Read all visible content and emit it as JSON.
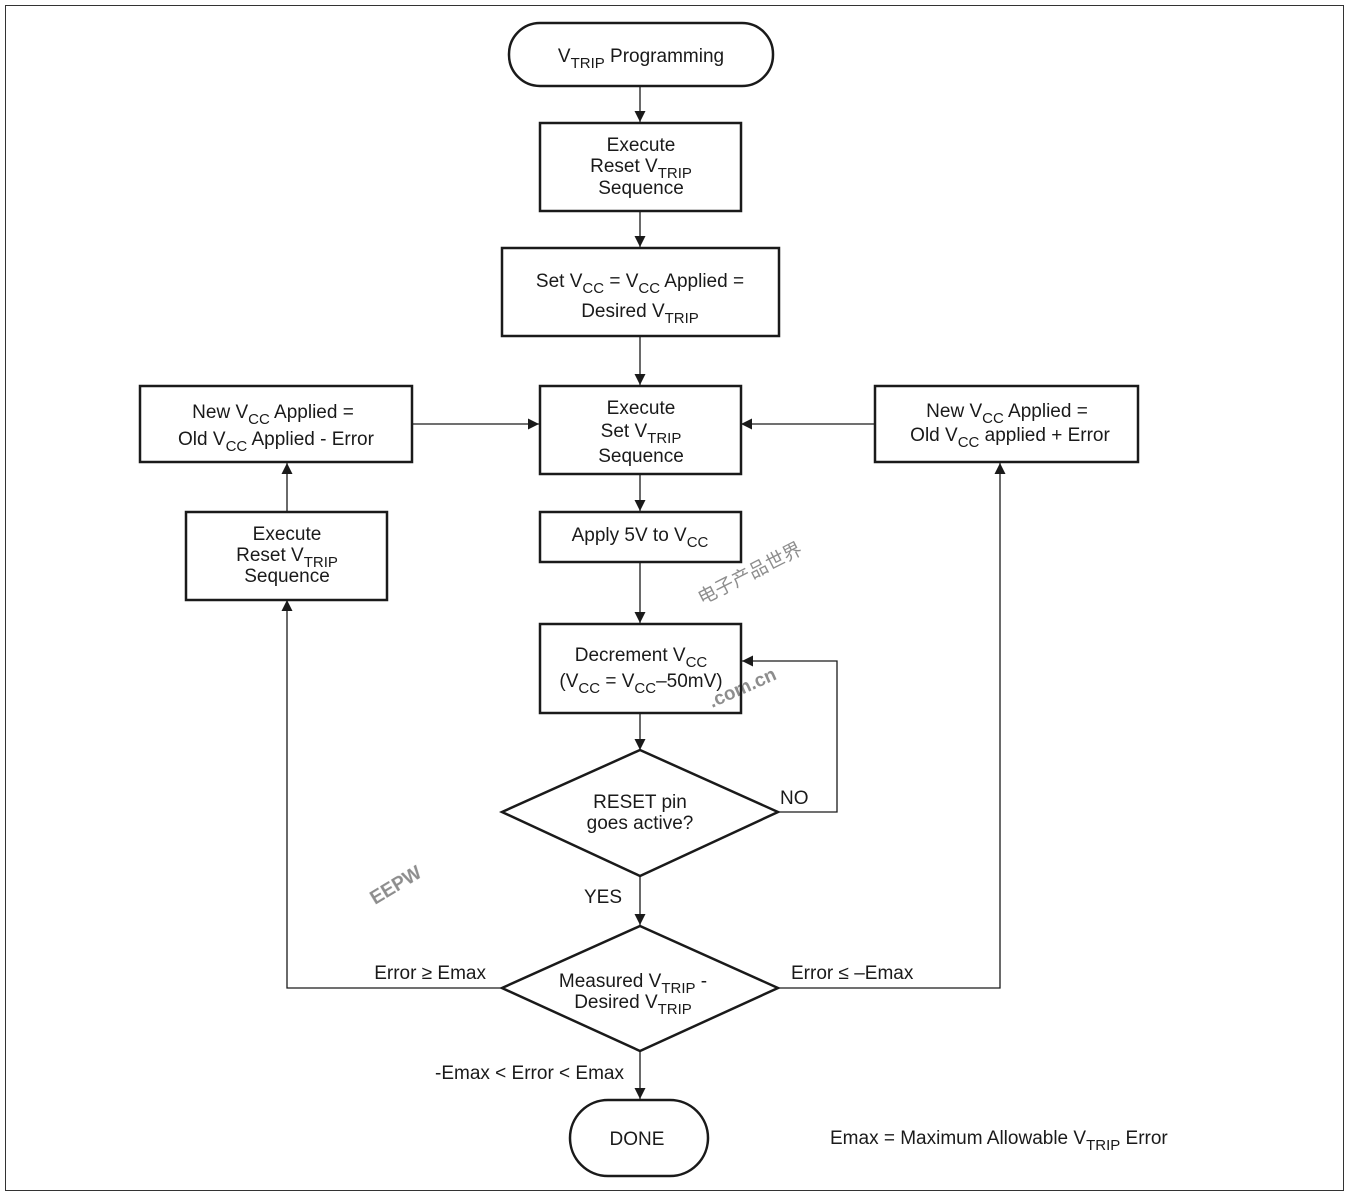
{
  "start": {
    "main": "V",
    "sub": "TRIP",
    "rest": " Programming"
  },
  "box_reset_1": {
    "line1": "Execute",
    "line2_main": "Reset V",
    "line2_sub": "TRIP",
    "line3": "Sequence"
  },
  "box_set_vcc": {
    "l1_a": "Set V",
    "l1_sub1": "CC",
    "l1_b": " = V",
    "l1_sub2": "CC",
    "l1_c": " Applied =",
    "l2_a": "Desired V",
    "l2_sub": "TRIP"
  },
  "box_execute_set": {
    "line1": "Execute",
    "line2_main": "Set V",
    "line2_sub": "TRIP",
    "line3": "Sequence"
  },
  "box_new_minus": {
    "l1_a": "New V",
    "l1_sub": "CC",
    "l1_b": " Applied =",
    "l2_a": "Old V",
    "l2_sub": "CC",
    "l2_b": " Applied - Error"
  },
  "box_new_plus": {
    "l1_a": "New V",
    "l1_sub": "CC",
    "l1_b": " Applied =",
    "l2_a": "Old V",
    "l2_sub": "CC",
    "l2_b": " applied + Error"
  },
  "box_reset_2": {
    "line1": "Execute",
    "line2_main": "Reset V",
    "line2_sub": "TRIP",
    "line3": "Sequence"
  },
  "box_apply": {
    "main": "Apply 5V to V",
    "sub": "CC"
  },
  "box_decrement": {
    "l1_a": "Decrement V",
    "l1_sub": "CC",
    "l2_a": "(V",
    "l2_sub1": "CC",
    "l2_b": " = V",
    "l2_sub2": "CC",
    "l2_c": "–50mV)"
  },
  "decision_reset": {
    "line1": "RESET pin",
    "line2": "goes active?"
  },
  "decision_measured": {
    "l1_a": "Measured V",
    "l1_sub": "TRIP",
    "l1_b": " -",
    "l2_a": "Desired V",
    "l2_sub": "TRIP"
  },
  "labels": {
    "no": "NO",
    "yes": "YES",
    "error_ge": "Error ≥ Emax",
    "error_le": "Error ≤ –Emax",
    "range": "-Emax < Error < Emax"
  },
  "done": "DONE",
  "footnote": {
    "a": "Emax = Maximum Allowable V",
    "sub": "TRIP",
    "b": " Error"
  },
  "watermark": {
    "logo": "EEPW",
    "url": ".com.cn",
    "cjk": "电子产品世界"
  },
  "colors": {
    "watermark_red": "#e8262f",
    "line": "#1a1a1a"
  }
}
